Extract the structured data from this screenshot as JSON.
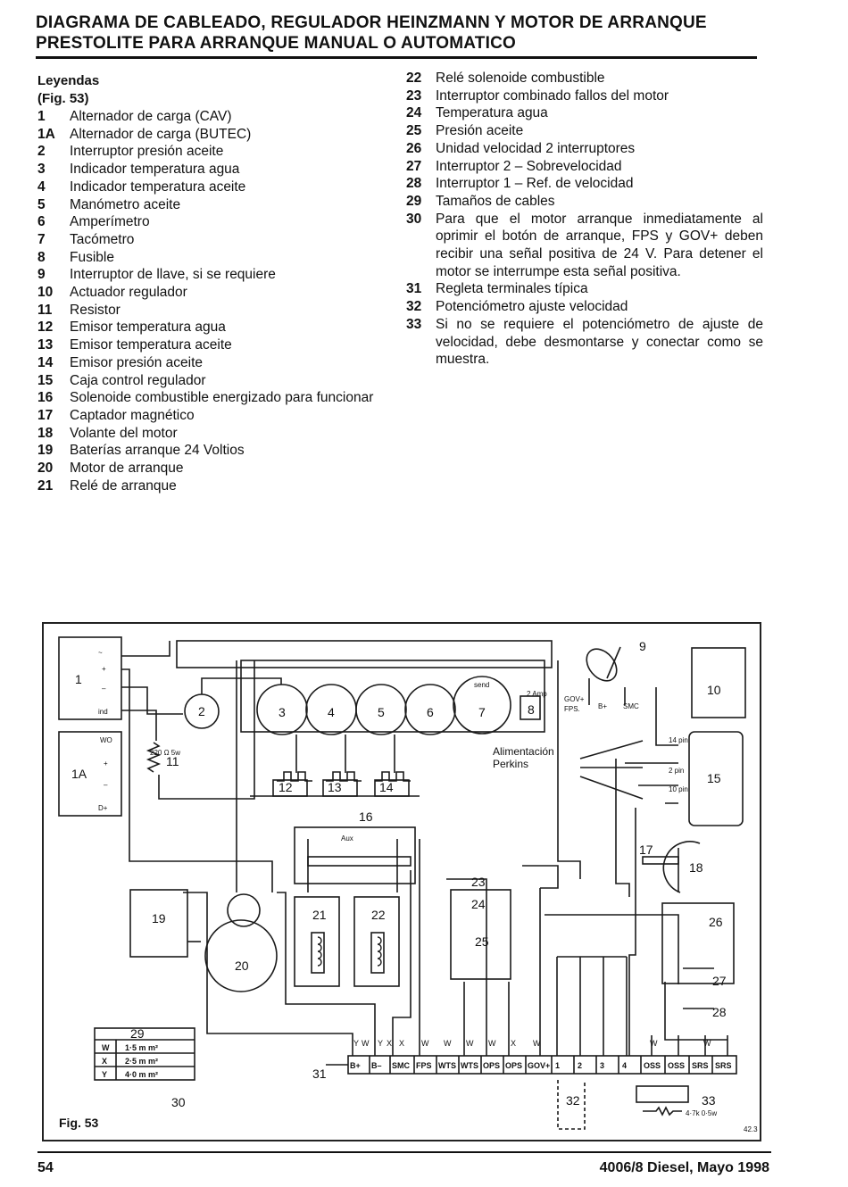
{
  "header": {
    "title_line1": "DIAGRAMA DE CABLEADO, REGULADOR HEINZMANN Y MOTOR DE ARRANQUE",
    "title_line2": "PRESTOLITE PARA ARRANQUE MANUAL O AUTOMATICO"
  },
  "legend": {
    "heading": "Leyendas",
    "fig_ref": "(Fig. 53)",
    "left": [
      {
        "num": "1",
        "text": "Alternador de carga (CAV)"
      },
      {
        "num": "1A",
        "text": "Alternador de carga (BUTEC)"
      },
      {
        "num": "2",
        "text": "Interruptor presión aceite"
      },
      {
        "num": "3",
        "text": "Indicador temperatura agua"
      },
      {
        "num": "4",
        "text": "Indicador temperatura aceite"
      },
      {
        "num": "5",
        "text": "Manómetro aceite"
      },
      {
        "num": "6",
        "text": "Amperímetro"
      },
      {
        "num": "7",
        "text": "Tacómetro"
      },
      {
        "num": "8",
        "text": "Fusible"
      },
      {
        "num": "9",
        "text": "Interruptor de llave, si se requiere"
      },
      {
        "num": "10",
        "text": "Actuador regulador"
      },
      {
        "num": "11",
        "text": "Resistor"
      },
      {
        "num": "12",
        "text": "Emisor temperatura agua"
      },
      {
        "num": "13",
        "text": "Emisor temperatura aceite"
      },
      {
        "num": "14",
        "text": "Emisor presión aceite"
      },
      {
        "num": "15",
        "text": "Caja control regulador"
      },
      {
        "num": "16",
        "text": "Solenoide combustible energizado para funcionar"
      },
      {
        "num": "17",
        "text": "Captador magnético"
      },
      {
        "num": "18",
        "text": "Volante del motor"
      },
      {
        "num": "19",
        "text": "Baterías arranque 24 Voltios"
      },
      {
        "num": "20",
        "text": "Motor de arranque"
      },
      {
        "num": "21",
        "text": "Relé de arranque"
      }
    ],
    "right": [
      {
        "num": "22",
        "text": "Relé solenoide combustible"
      },
      {
        "num": "23",
        "text": "Interruptor combinado fallos del motor"
      },
      {
        "num": "24",
        "text": "Temperatura agua"
      },
      {
        "num": "25",
        "text": "Presión aceite"
      },
      {
        "num": "26",
        "text": "Unidad velocidad 2 interruptores"
      },
      {
        "num": "27",
        "text": "Interruptor 2 – Sobrevelocidad"
      },
      {
        "num": "28",
        "text": "Interruptor 1 – Ref. de velocidad"
      },
      {
        "num": "29",
        "text": "Tamaños de cables"
      },
      {
        "num": "30",
        "text": "Para que el motor arranque inmediatamente al oprimir el botón de arranque, FPS y GOV+ deben recibir una señal positiva de 24 V. Para detener el motor se interrumpe esta señal positiva."
      },
      {
        "num": "31",
        "text": "Regleta terminales típica"
      },
      {
        "num": "32",
        "text": "Potenciómetro ajuste velocidad"
      },
      {
        "num": "33",
        "text": "Si no se requiere el potenciómetro de ajuste de velocidad, debe desmontarse y conectar como se muestra."
      }
    ]
  },
  "figure": {
    "caption": "Fig. 53",
    "corner_code": "42.3",
    "callouts": {
      "c1": "1",
      "c1a": "1A",
      "c2": "2",
      "c3": "3",
      "c4": "4",
      "c5": "5",
      "c6": "6",
      "c7": "7",
      "c8": "8",
      "c9": "9",
      "c10": "10",
      "c11": "11",
      "c12": "12",
      "c13": "13",
      "c14": "14",
      "c15": "15",
      "c16": "16",
      "c17": "17",
      "c18": "18",
      "c19": "19",
      "c20": "20",
      "c21": "21",
      "c22": "22",
      "c23": "23",
      "c24": "24",
      "c25": "25",
      "c26": "26",
      "c27": "27",
      "c28": "28",
      "c29": "29",
      "c30": "30",
      "c31": "31",
      "c32": "32",
      "c33": "33"
    },
    "alimentacion_line1": "Alimentación",
    "alimentacion_line2": "Perkins",
    "resistor_label": "220 Ω 5w",
    "fuse_label": "2 Amp",
    "tacho_label": "send",
    "key_labels": {
      "gov": "GOV+",
      "fps": "FPS.",
      "bplus": "B+",
      "smc": "SMC"
    },
    "pin_labels": {
      "p14": "14 pin",
      "p2": "2 pin",
      "p10": "10 pin"
    },
    "aux_label": "Aux",
    "pot_label": "4·7k  0·5w",
    "alt1_terms": {
      "ac": "~",
      "plus": "+",
      "minus": "–",
      "ind": "ind"
    },
    "alt1a_terms": {
      "wo": "WO",
      "plus": "+",
      "minus": "–",
      "dplus": "D+"
    },
    "wire_table": {
      "rows": [
        {
          "code": "W",
          "size": "1·5 m m²"
        },
        {
          "code": "X",
          "size": "2·5 m m²"
        },
        {
          "code": "Y",
          "size": "4·0 m m²"
        }
      ]
    },
    "terminals": [
      "B+",
      "B–",
      "SMC",
      "FPS",
      "WTS",
      "WTS",
      "OPS",
      "OPS",
      "GOV+",
      "1",
      "2",
      "3",
      "4",
      "OSS",
      "OSS",
      "SRS",
      "SRS"
    ],
    "wire_codes": [
      "Y",
      "W",
      "Y",
      "X",
      "X",
      "W",
      "W",
      "W",
      "W",
      "X",
      "W",
      "W",
      "W"
    ]
  },
  "footer": {
    "page": "54",
    "doc": "4006/8 Diesel, Mayo 1998"
  }
}
